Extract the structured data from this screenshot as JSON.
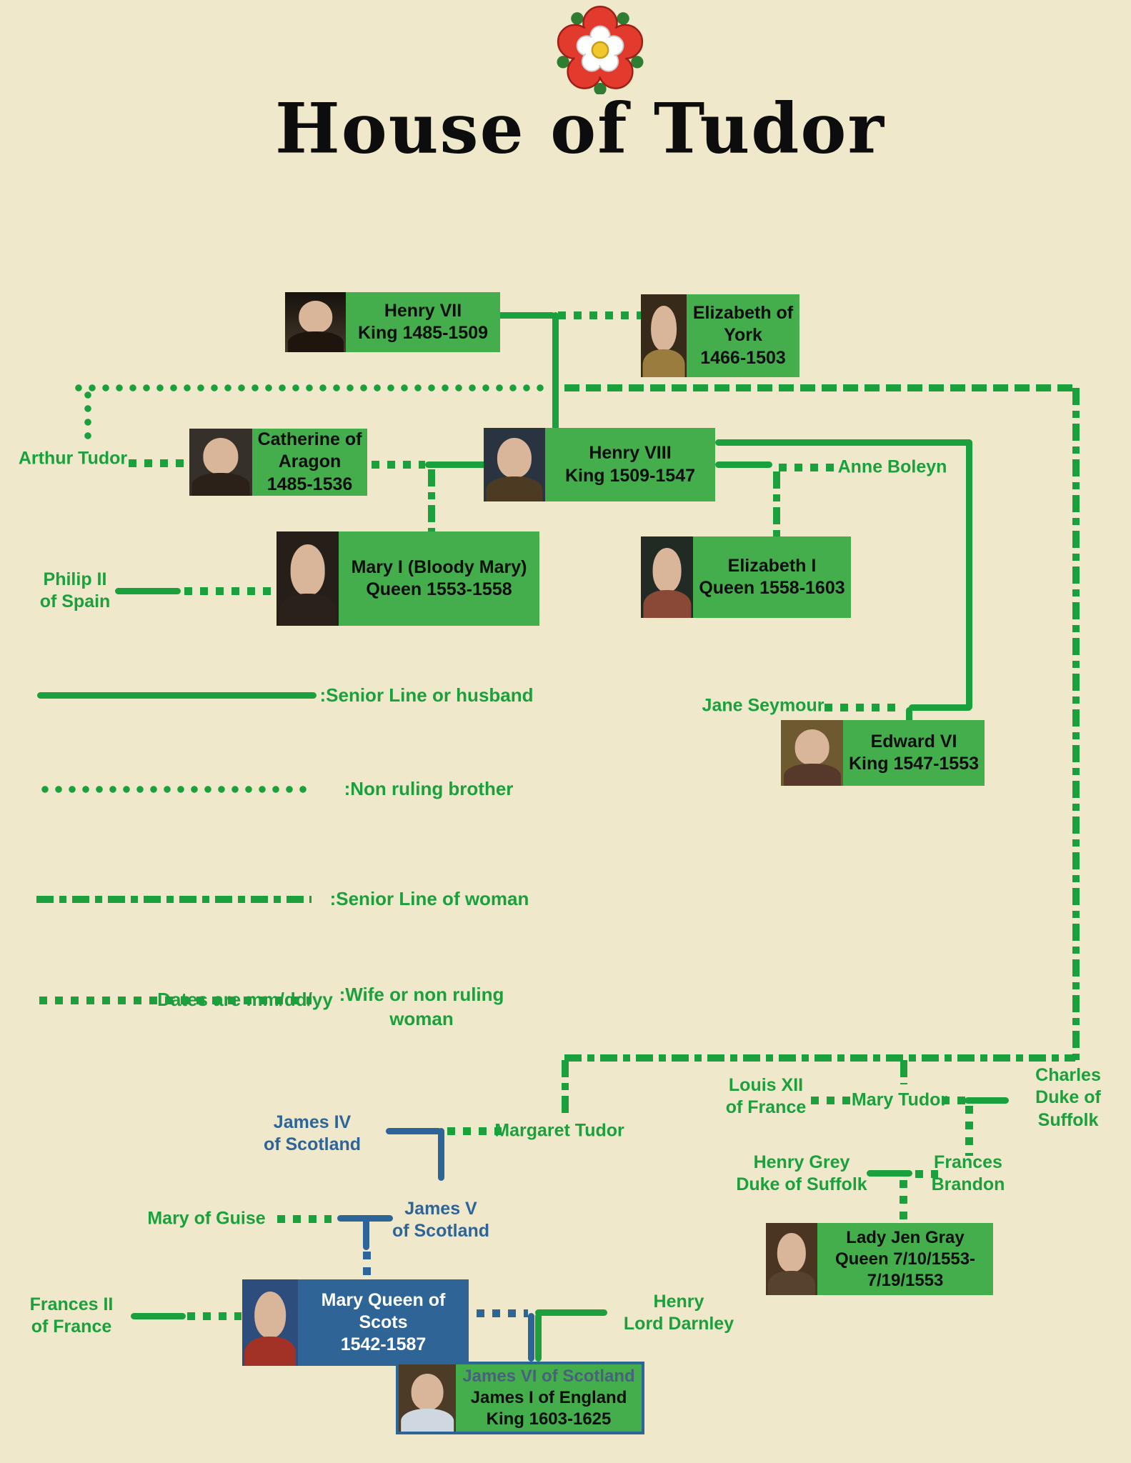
{
  "title": {
    "text": "House of Tudor"
  },
  "colors": {
    "background": "#f0e8cb",
    "line_green": "#1aa03c",
    "box_green": "#44ad4c",
    "scottish_blue": "#2e6596",
    "james6_name_blue": "#48617e",
    "box_text": "#0e0e0e",
    "rose_red": "#e23b2e",
    "rose_yellow": "#f2c72e",
    "leaf_green": "#2e7d32"
  },
  "people": {
    "henry7": {
      "lines": [
        "Henry VII",
        "King 1485-1509"
      ]
    },
    "elizabeth_york": {
      "lines": [
        "Elizabeth of",
        "York",
        "1466-1503"
      ]
    },
    "catherine_aragon": {
      "lines": [
        "Catherine of",
        "Aragon",
        "1485-1536"
      ]
    },
    "henry8": {
      "lines": [
        "Henry VIII",
        "King 1509-1547"
      ]
    },
    "mary1": {
      "lines": [
        "Mary I (Bloody Mary)",
        "Queen 1553-1558"
      ]
    },
    "elizabeth1": {
      "lines": [
        "Elizabeth I",
        "Queen 1558-1603"
      ]
    },
    "edward6": {
      "lines": [
        "Edward VI",
        "King 1547-1553"
      ]
    },
    "lady_jane_gray": {
      "lines": [
        "Lady Jen Gray",
        "Queen 7/10/1553-",
        "7/19/1553"
      ]
    },
    "mary_queen_scots": {
      "lines": [
        "Mary Queen of Scots",
        "1542-1587"
      ]
    },
    "james6": {
      "lines": [
        "James VI of Scotland",
        "James I of England",
        "King 1603-1625"
      ]
    }
  },
  "labels": {
    "arthur_tudor": "Arthur Tudor",
    "anne_boleyn": "Anne Boleyn",
    "philip2": "Philip II\nof Spain",
    "jane_seymour": "Jane Seymour",
    "louis12": "Louis XII\nof France",
    "mary_tudor": "Mary Tudor",
    "charles_suffolk": "Charles\nDuke of Suffolk",
    "margaret_tudor": "Margaret Tudor",
    "henry_grey": "Henry Grey\nDuke of Suffolk",
    "frances_brandon": "Frances\nBrandon",
    "mary_of_guise": "Mary of Guise",
    "frances2": "Frances II\nof France",
    "henry_darnley": "Henry\nLord Darnley",
    "james4": "James IV\nof Scotland",
    "james5": "James V\nof Scotland"
  },
  "legend": {
    "items": [
      {
        "style": "solid",
        "label": ":Senior Line or husband"
      },
      {
        "style": "round-dots",
        "label": ":Non ruling brother"
      },
      {
        "style": "dash-dot",
        "label": ":Senior Line of woman"
      },
      {
        "style": "square-dots",
        "label": ":Wife or non ruling\nwoman"
      }
    ],
    "note": "Dates are mm/dd/yy"
  }
}
